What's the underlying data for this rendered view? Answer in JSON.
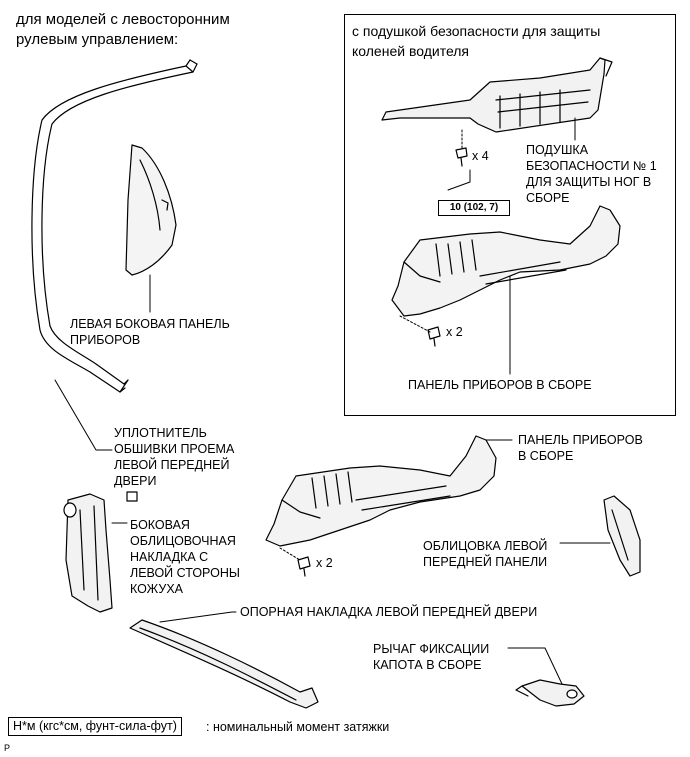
{
  "header": {
    "lhd_line1": "для моделей с левосторонним",
    "lhd_line2": "рулевым управлением:"
  },
  "inset": {
    "title_line1": "с подушкой безопасности для защиты",
    "title_line2": "коленей водителя",
    "airbag_label": "ПОДУШКА\nБЕЗОПАСНОСТИ № 1\nДЛЯ ЗАЩИТЫ НОГ В\nСБОРЕ",
    "bolt_qty_top": "x 4",
    "torque_value": "10 (102, 7)",
    "bolt_qty_bottom": "x 2",
    "panel_label": "ПАНЕЛЬ ПРИБОРОВ В СБОРЕ"
  },
  "labels": {
    "side_panel": "ЛЕВАЯ БОКОВАЯ ПАНЕЛЬ\nПРИБОРОВ",
    "weatherstrip": "УПЛОТНИТЕЛЬ\nОБШИВКИ ПРОЕМА\nЛЕВОЙ ПЕРЕДНЕЙ\nДВЕРИ",
    "instrument_panel": "ПАНЕЛЬ ПРИБОРОВ\nВ СБОРЕ",
    "cowl_trim": "БОКОВАЯ\nОБЛИЦОВОЧНАЯ\nНАКЛАДКА С\nЛЕВОЙ СТОРОНЫ\nКОЖУХА",
    "bolt_qty_main": "x 2",
    "front_panel_trim": "ОБЛИЦОВКА ЛЕВОЙ\nПЕРЕДНЕЙ ПАНЕЛИ",
    "scuff_plate": "ОПОРНАЯ НАКЛАДКА ЛЕВОЙ ПЕРЕДНЕЙ ДВЕРИ",
    "hood_lever": "РЫЧАГ ФИКСАЦИИ\nКАПОТА В СБОРЕ"
  },
  "legend": {
    "box_text": "Н*м (кгс*см, фунт-сила-фут)",
    "description": ": номинальный момент затяжки"
  },
  "footer": {
    "code": "P"
  }
}
